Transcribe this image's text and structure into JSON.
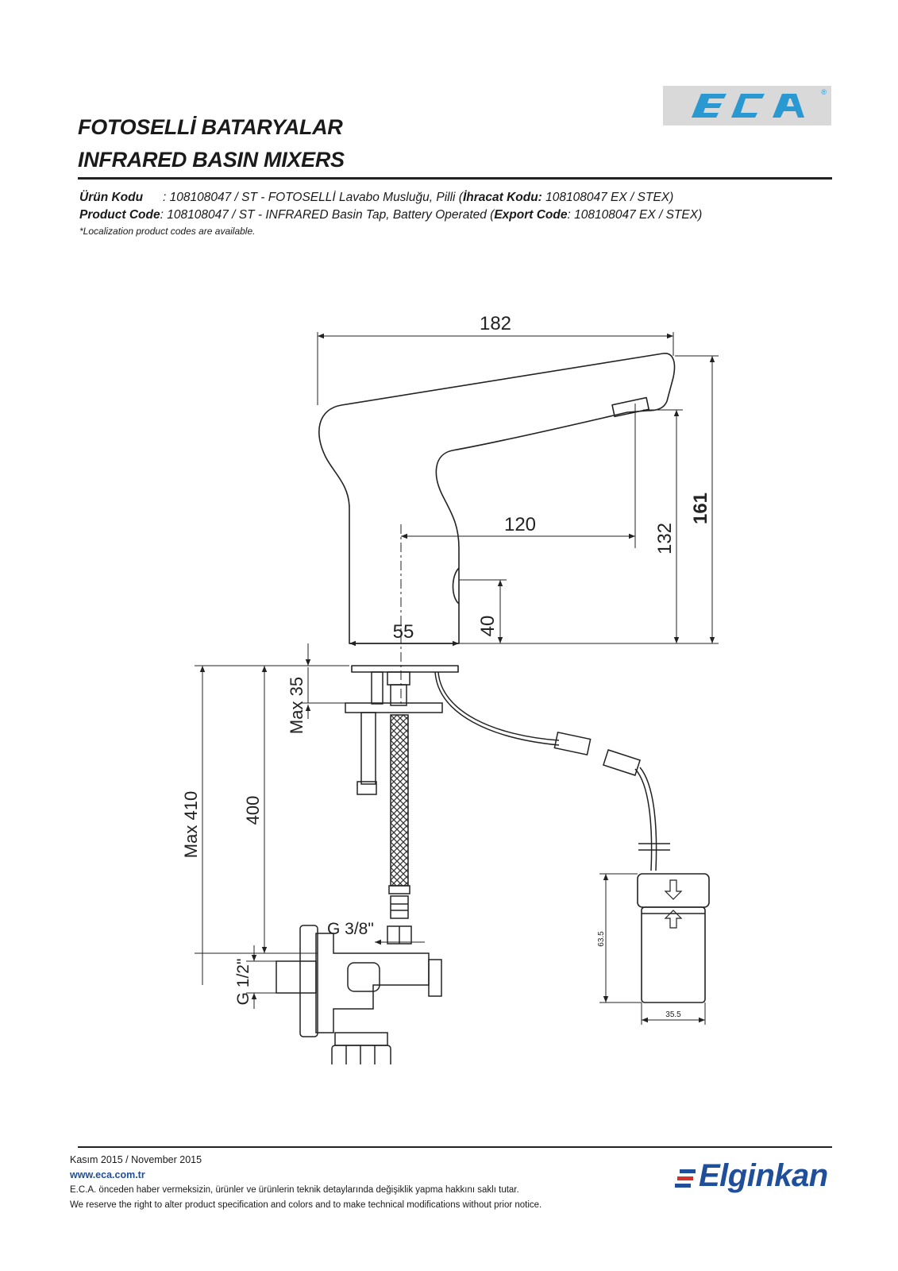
{
  "header": {
    "logo_text": "E.C.A",
    "logo_registered": "®",
    "title_tr": "FOTOSELLİ BATARYALAR",
    "title_en": "INFRARED BASIN MIXERS"
  },
  "codes": {
    "tr_label": "Ürün Kodu",
    "tr_value": ": 108108047 / ST - FOTOSELLİ Lavabo Musluğu, Pilli (",
    "tr_export_label": "İhracat Kodu:",
    "tr_export_value": " 108108047 EX / STEX)",
    "en_label": "Product Code",
    "en_value": ": 108108047 / ST - INFRARED Basin Tap, Battery Operated (",
    "en_export_label": "Export Code",
    "en_export_value": ": 108108047 EX / STEX)",
    "note": "*Localization product codes are available."
  },
  "dimensions": {
    "d182": "182",
    "d161": "161",
    "d132": "132",
    "d120": "120",
    "d55": "55",
    "d40": "40",
    "max35": "Max 35",
    "max410": "Max 410",
    "d400": "400",
    "g38": "G 3/8\"",
    "g12": "G 1/2\"",
    "d63_5": "63.5",
    "d35_5": "35.5"
  },
  "footer": {
    "date": "Kasım 2015 / November 2015",
    "website": "www.eca.com.tr",
    "disclaimer_tr": "E.C.A. önceden haber vermeksizin, ürünler ve ürünlerin teknik detaylarında değişiklik yapma hakkını saklı tutar.",
    "disclaimer_en": "We reserve the right to alter product specification and colors and to make technical modifications without prior notice.",
    "brand": "Elginkan"
  },
  "colors": {
    "eca_blue": "#2a98d1",
    "elginkan_blue": "#1f4f9a",
    "elginkan_red": "#d6302a"
  }
}
